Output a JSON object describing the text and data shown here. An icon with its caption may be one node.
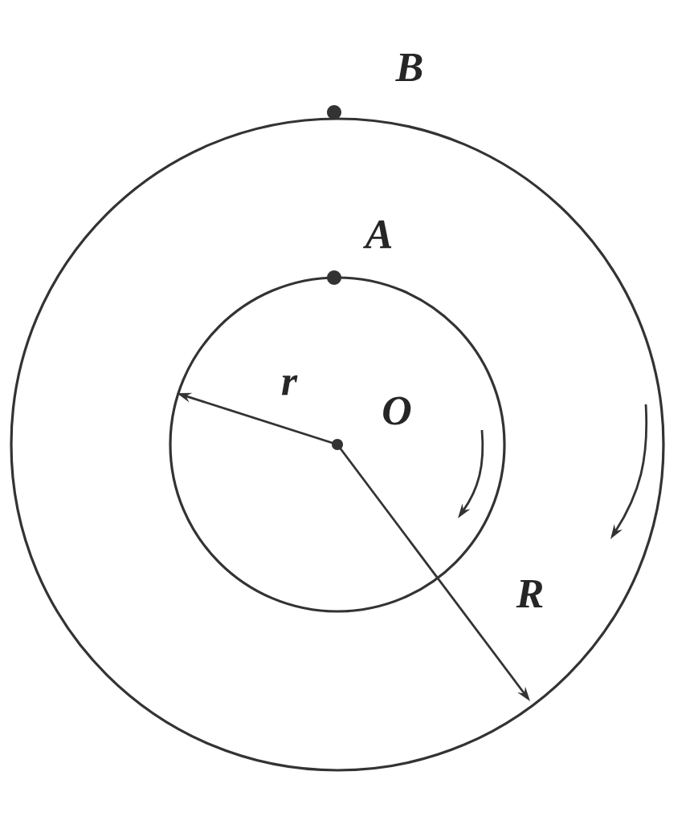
{
  "diagram": {
    "labels": [
      "B",
      "A",
      "r",
      "O",
      "R"
    ]
  }
}
